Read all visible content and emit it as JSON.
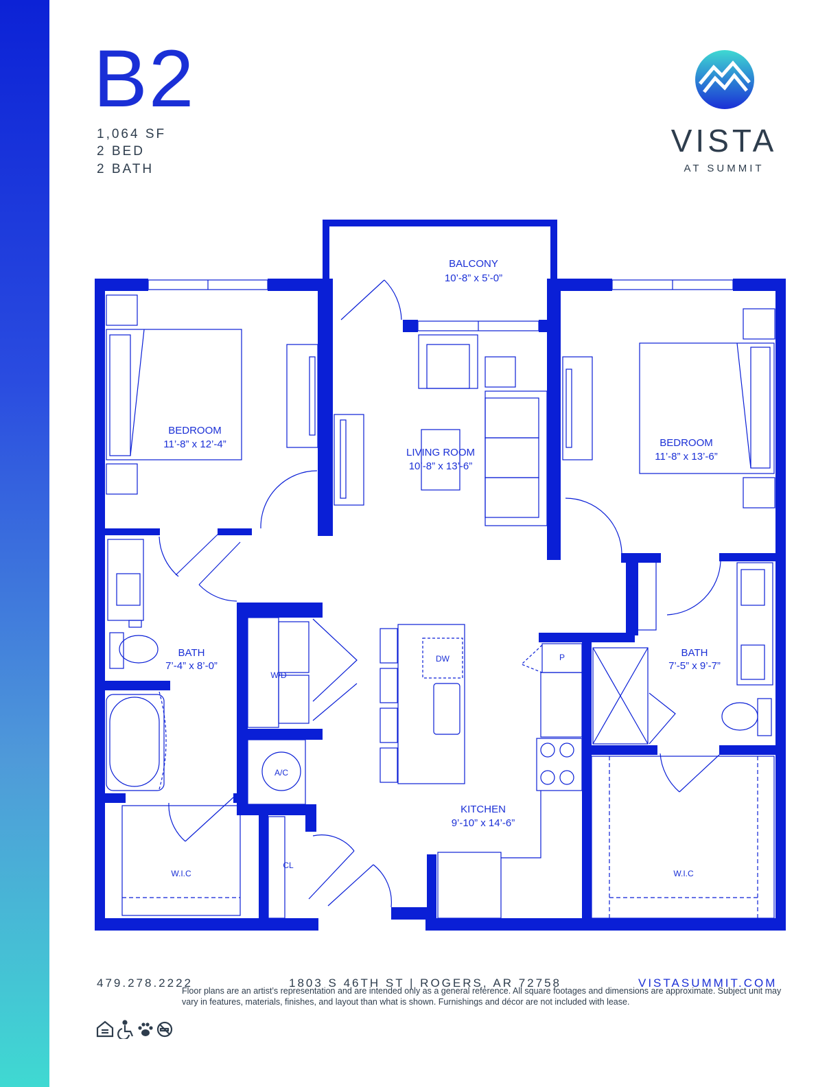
{
  "unit": {
    "name": "B2",
    "sqft": "1,064 SF",
    "beds": "2 BED",
    "baths": "2 BATH"
  },
  "brand": {
    "name": "VISTA",
    "tagline": "AT SUMMIT"
  },
  "rooms": {
    "balcony": {
      "name": "BALCONY",
      "dims": "10’-8” x 5’-0”"
    },
    "bedroom_left": {
      "name": "BEDROOM",
      "dims": "11’-8” x 12’-4”"
    },
    "living_room": {
      "name": "LIVING ROOM",
      "dims": "10’-8” x 13’-6”"
    },
    "bedroom_right": {
      "name": "BEDROOM",
      "dims": "11’-8” x 13’-6”"
    },
    "bath_left": {
      "name": "BATH",
      "dims": "7’-4” x 8’-0”"
    },
    "bath_right": {
      "name": "BATH",
      "dims": "7’-5” x 9’-7”"
    },
    "kitchen": {
      "name": "KITCHEN",
      "dims": "9’-10” x 14’-6”"
    }
  },
  "fixtures": {
    "dw": "DW",
    "wd": "W/D",
    "ac": "A/C",
    "pantry": "P",
    "closet": "CL",
    "wic_left": "W.I.C",
    "wic_right": "W.I.C"
  },
  "footer": {
    "phone": "479.278.2222",
    "address": "1803 S 46TH ST | ROGERS, AR 72758",
    "website": "VISTASUMMIT.COM",
    "disclaimer": "Floor plans are an artist’s representation and are intended only as a general reference. All square footages and dimensions are approximate. Subject unit may vary in features, materials, finishes, and layout than what is shown. Furnishings and décor are not included with lease."
  },
  "colors": {
    "wall": "#0a1fd6",
    "brand_blue": "#1a2fd6",
    "text_dark": "#2e3d4d",
    "gradient_top": "#0c22d6",
    "gradient_bottom": "#3fd9d2"
  },
  "icons": [
    "equal-housing-icon",
    "accessibility-icon",
    "pet-friendly-icon",
    "no-smoking-icon",
    "mountain-logo-icon"
  ]
}
